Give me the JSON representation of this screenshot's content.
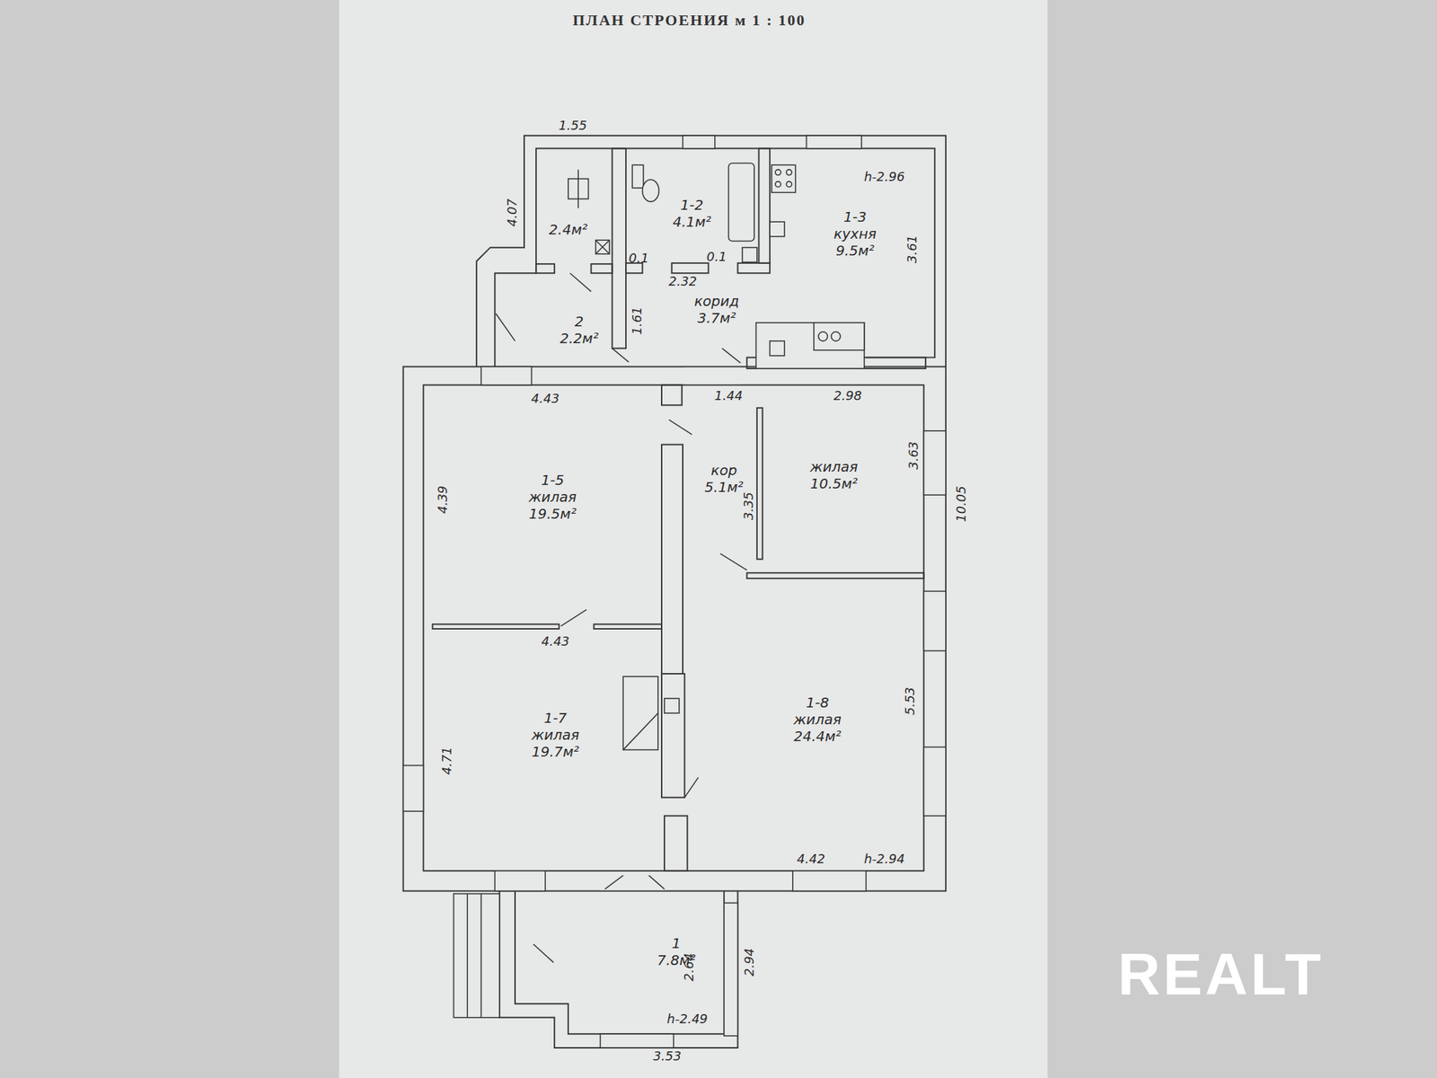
{
  "diagram": {
    "title": "ПЛАН СТРОЕНИЯ м 1 : 100",
    "nodes": [
      {
        "text": [
          "2.4м²"
        ]
      },
      {
        "text": [
          "1-2",
          "4.1м²"
        ]
      },
      {
        "text": [
          "1-3",
          "кухня",
          "9.5м²"
        ]
      },
      {
        "text": [
          "2",
          "2.2м²"
        ]
      },
      {
        "text": [
          "корид",
          "3.7м²"
        ]
      },
      {
        "text": [
          "1-5",
          "жилая",
          "19.5м²"
        ]
      },
      {
        "text": [
          "кор",
          "5.1м²"
        ]
      },
      {
        "text": [
          "жилая",
          "10.5м²"
        ]
      },
      {
        "text": [
          "1-7",
          "жилая",
          "19.7м²"
        ]
      },
      {
        "text": [
          "1-8",
          "жилая",
          "24.4м²"
        ]
      },
      {
        "text": [
          "1",
          "7.8м²"
        ]
      }
    ],
    "labels": [
      "1.55",
      "4.07",
      "0.1",
      "0.1",
      "1.61",
      "2.32",
      "h-2.96",
      "3.61",
      "4.43",
      "1.44",
      "2.98",
      "4.39",
      "3.35",
      "3.63",
      "10.05",
      "4.43",
      "4.71",
      "5.53",
      "4.42",
      "h-2.94",
      "2.64",
      "2.94",
      "h-2.49",
      "3.53",
      "REALT"
    ]
  }
}
